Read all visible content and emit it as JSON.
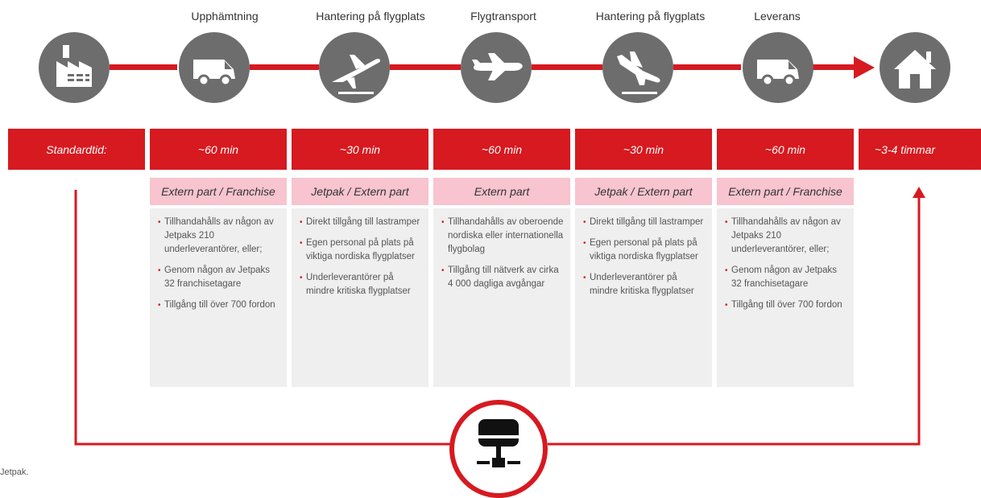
{
  "stages": [
    {
      "title": "",
      "icon": "factory-icon",
      "time": "Standardtid:",
      "party": "",
      "items": []
    },
    {
      "title": "Upphämtning",
      "icon": "van-icon",
      "time": "~60 min",
      "party": "Extern part / Franchise",
      "items": [
        "Tillhandahålls av någon av Jetpaks 210 underleverantörer, eller;",
        "Genom någon av Jetpaks 32 franchisetagare",
        "Tillgång till över 700 fordon"
      ]
    },
    {
      "title": "Hantering på flygplats",
      "icon": "plane-takeoff-icon",
      "time": "~30 min",
      "party": "Jetpak / Extern part",
      "items": [
        "Direkt tillgång till lastramper",
        "Egen personal på plats på viktiga nordiska flygplatser",
        "Underleverantörer på mindre kritiska flygplatser"
      ]
    },
    {
      "title": "Flygtransport",
      "icon": "plane-icon",
      "time": "~60 min",
      "party": "Extern part",
      "items": [
        "Tillhandahålls av oberoende nordiska eller internationella flygbolag",
        "Tillgång till nätverk av cirka 4 000 dagliga avgångar"
      ]
    },
    {
      "title": "Hantering på flygplats",
      "icon": "plane-landing-icon",
      "time": "~30 min",
      "party": "Jetpak / Extern part",
      "items": [
        "Direkt tillgång till lastramper",
        "Egen personal på plats på viktiga nordiska flygplatser",
        "Underleverantörer på mindre kritiska flygplatser"
      ]
    },
    {
      "title": "Leverans",
      "icon": "van-icon",
      "time": "~60 min",
      "party": "Extern part / Franchise",
      "items": [
        "Tillhandahålls av någon av Jetpaks 210 underleverantörer, eller;",
        "Genom någon av Jetpaks 32 franchisetagare",
        "Tillgång till över 700 fordon"
      ]
    },
    {
      "title": "",
      "icon": "house-icon",
      "time": "~3-4 timmar",
      "party": "",
      "items": []
    }
  ],
  "network_icon": "network-server-icon",
  "footnote": "Jetpak.",
  "colors": {
    "accent": "#d71920",
    "circle": "#6d6d6d",
    "party_bg": "#f7c4cf",
    "detail_bg": "#efefef"
  }
}
